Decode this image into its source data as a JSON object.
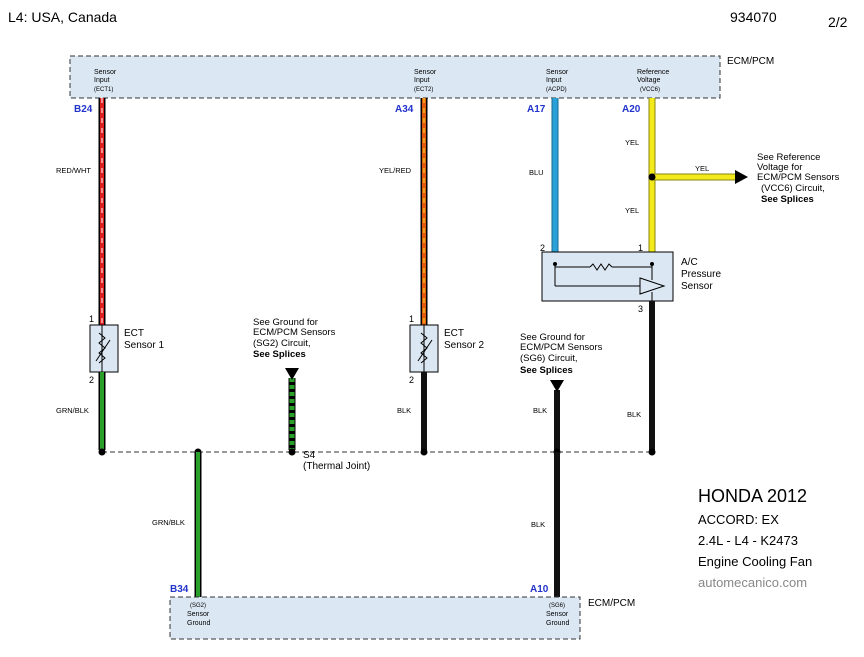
{
  "header": {
    "region": "L4: USA, Canada",
    "code": "934070",
    "page": "2/2"
  },
  "ecm_top": {
    "label": "ECM/PCM",
    "terminals": [
      {
        "line1": "Sensor",
        "line2": "Input",
        "line3": "(ECT1)",
        "pin": "B24"
      },
      {
        "line1": "Sensor",
        "line2": "Input",
        "line3": "(ECT2)",
        "pin": "A34"
      },
      {
        "line1": "Sensor",
        "line2": "Input",
        "line3": "(ACPD)",
        "pin": "A17"
      },
      {
        "line1": "Reference",
        "line2": "Voltage",
        "line3": "(VCC6)",
        "pin": "A20"
      }
    ]
  },
  "wires": {
    "w1": "RED/WHT",
    "w2": "YEL/RED",
    "w3": "BLU",
    "w4a": "YEL",
    "w4b": "YEL",
    "w4c": "YEL",
    "w5": "GRN/BLK",
    "w6": "BLK",
    "w7": "BLK",
    "w8": "BLK",
    "w9": "GRN/BLK",
    "w10": "BLK"
  },
  "components": {
    "ect1": {
      "line1": "ECT",
      "line2": "Sensor 1",
      "pin_top": "1",
      "pin_bottom": "2"
    },
    "ect2": {
      "line1": "ECT",
      "line2": "Sensor 2",
      "pin_top": "1",
      "pin_bottom": "2"
    },
    "acp": {
      "line1": "A/C",
      "line2": "Pressure",
      "line3": "Sensor",
      "pin_left": "2",
      "pin_right": "1",
      "pin_bottom": "3"
    }
  },
  "notes": {
    "vcc6": {
      "line1": "See Reference",
      "line2": "Voltage for",
      "line3": "ECM/PCM Sensors",
      "line4": "(VCC6) Circuit,",
      "line5": "See Splices"
    },
    "sg2": {
      "line1": "See Ground for",
      "line2": "ECM/PCM Sensors",
      "line3": "(SG2) Circuit,",
      "line4": "See Splices"
    },
    "sg6": {
      "line1": "See Ground for",
      "line2": "ECM/PCM Sensors",
      "line3": "(SG6) Circuit,",
      "line4": "See Splices"
    }
  },
  "splice": {
    "name": "S4",
    "desc": "(Thermal Joint)"
  },
  "ecm_bottom": {
    "label": "ECM/PCM",
    "terminals": [
      {
        "line1": "(SG2)",
        "line2": "Sensor",
        "line3": "Ground",
        "pin": "B34"
      },
      {
        "line1": "(SG6)",
        "line2": "Sensor",
        "line3": "Ground",
        "pin": "A10"
      }
    ]
  },
  "brand": {
    "line1": "HONDA 2012",
    "line2": "ACCORD: EX",
    "line3": "2.4L - L4 - K2473",
    "line4": "Engine Cooling Fan",
    "site": "automecanico.com"
  },
  "colors": {
    "red": "#e02020",
    "orange": "#e05a10",
    "blue": "#2aa0d8",
    "yellow": "#f2ea1a",
    "green": "#2aa02a",
    "black": "#111111",
    "box": "#dbe7f3",
    "pin": "#2233cc"
  }
}
